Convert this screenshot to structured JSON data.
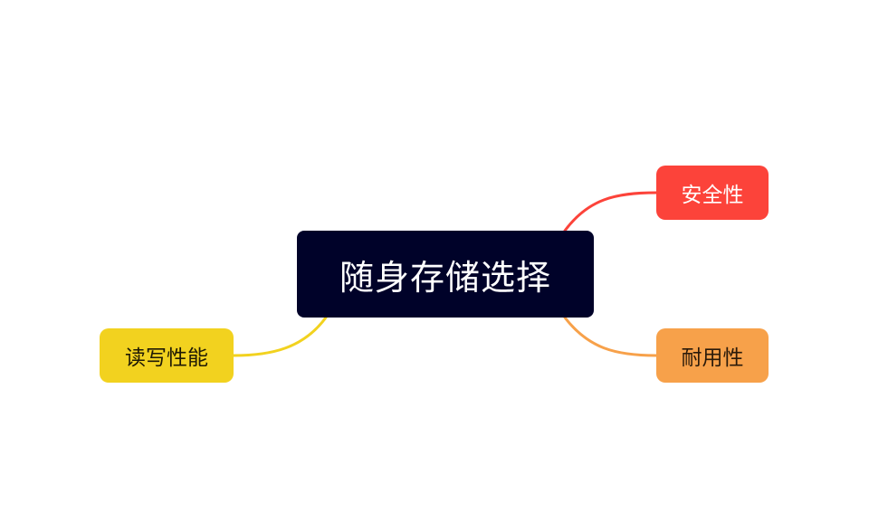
{
  "mindmap": {
    "central": {
      "label": "随身存储选择",
      "color": "#000229"
    },
    "topics": [
      {
        "label": "安全性",
        "color": "#fc433a",
        "position": "right-top"
      },
      {
        "label": "耐用性",
        "color": "#f7a14a",
        "position": "right-bottom"
      },
      {
        "label": "读写性能",
        "color": "#f2d21f",
        "position": "left-bottom"
      }
    ]
  }
}
